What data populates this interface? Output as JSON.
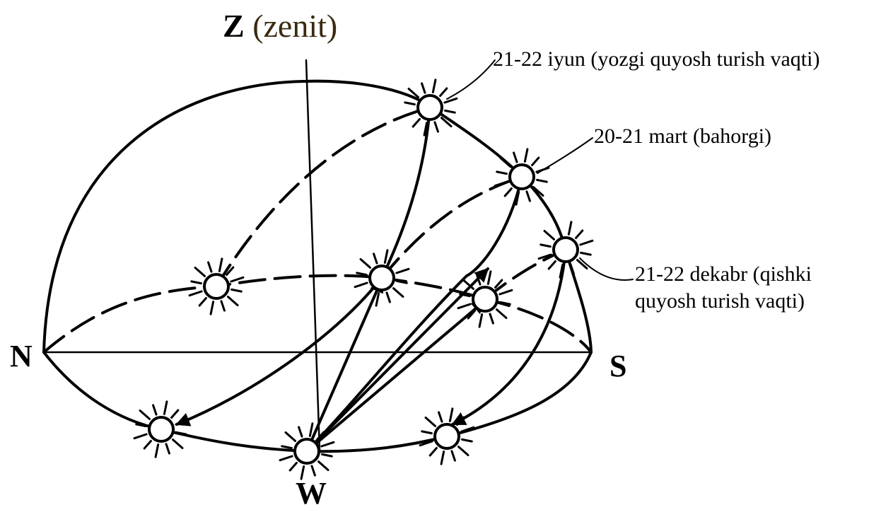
{
  "diagram": {
    "zenith": {
      "letter": "Z",
      "name": "(zenit)"
    },
    "cardinals": {
      "north": "N",
      "south": "S",
      "west": "W"
    },
    "labels": {
      "summer": "21-22 iyun (yozgi quyosh turish vaqti)",
      "equinox": "20-21 mart (bahorgi)",
      "winter_line1": "21-22 dekabr (qishki",
      "winter_line2": "quyosh turish vaqti)"
    },
    "colors": {
      "ink": "#000000",
      "background": "#ffffff",
      "zenith_text": "#3a2a10"
    }
  }
}
